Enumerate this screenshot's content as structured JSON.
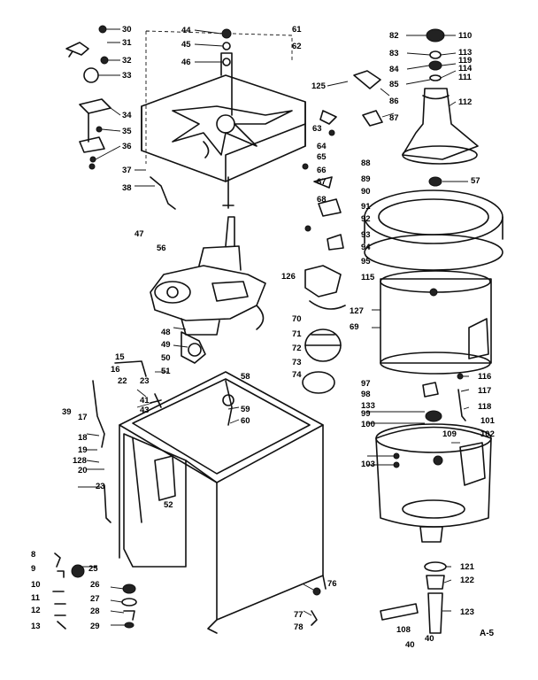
{
  "drawing_id": "A-5",
  "labels": [
    "30",
    "31",
    "32",
    "33",
    "34",
    "35",
    "36",
    "37",
    "38",
    "44",
    "45",
    "46",
    "61",
    "62",
    "82",
    "83",
    "84",
    "85",
    "86",
    "87",
    "110",
    "113",
    "119",
    "114",
    "111",
    "112",
    "125",
    "63",
    "64",
    "65",
    "66",
    "67",
    "68",
    "88",
    "89",
    "90",
    "91",
    "92",
    "93",
    "94",
    "95",
    "115",
    "57",
    "47",
    "56",
    "126",
    "127",
    "69",
    "70",
    "71",
    "72",
    "73",
    "74",
    "97",
    "98",
    "133",
    "99",
    "100",
    "48",
    "49",
    "50",
    "51",
    "58",
    "15",
    "16",
    "22",
    "23",
    "41",
    "43",
    "59",
    "60",
    "116",
    "117",
    "118",
    "101",
    "102",
    "109",
    "103",
    "17",
    "18",
    "19",
    "128",
    "20",
    "23",
    "52",
    "8",
    "9",
    "10",
    "11",
    "12",
    "13",
    "25",
    "26",
    "27",
    "28",
    "29",
    "76",
    "77",
    "78",
    "121",
    "122",
    "123",
    "108",
    "40",
    "40",
    "39"
  ]
}
